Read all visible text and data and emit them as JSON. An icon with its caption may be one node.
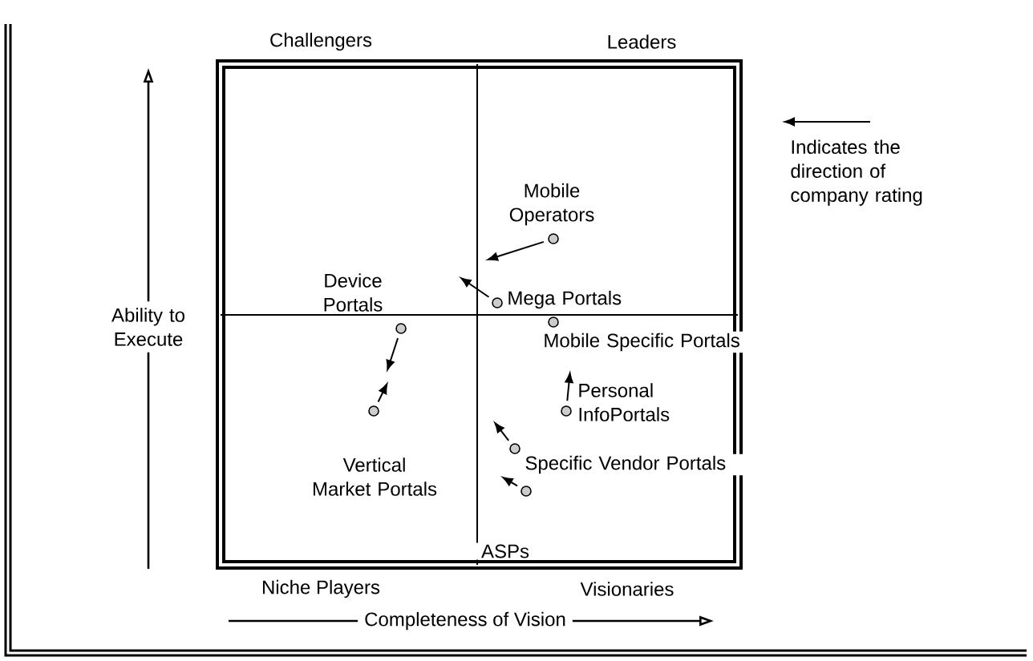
{
  "diagram": {
    "nodes": [
      {
        "text": [],
        "shape": "circle",
        "beside": [
          "Mobile Operators"
        ]
      },
      {
        "text": [],
        "shape": "circle",
        "beside": [
          "Mega Portals"
        ]
      },
      {
        "text": [],
        "shape": "circle",
        "beside": [
          "Device Portals"
        ]
      },
      {
        "text": [],
        "shape": "circle",
        "beside": [
          "Mobile Specific Portals"
        ]
      },
      {
        "text": [],
        "shape": "circle",
        "beside": [
          "Personal InfoPortals"
        ]
      },
      {
        "text": [],
        "shape": "circle",
        "beside": [
          "Vertical Market Portals"
        ]
      },
      {
        "text": [],
        "shape": "circle",
        "beside": [
          "Specific Vendor Portals"
        ]
      },
      {
        "text": [],
        "shape": "circle",
        "beside": [
          "ASPs"
        ]
      }
    ],
    "edges": [
      {
        "from": 0,
        "to": null,
        "arrow": "to"
      },
      {
        "from": 1,
        "to": null,
        "arrow": "to"
      },
      {
        "from": 2,
        "to": null,
        "arrow": "to"
      },
      {
        "from": 4,
        "to": null,
        "arrow": "to"
      },
      {
        "from": 5,
        "to": null,
        "arrow": "to"
      },
      {
        "from": 6,
        "to": null,
        "arrow": "to"
      },
      {
        "from": 7,
        "to": null,
        "arrow": "to"
      }
    ],
    "labels": [
      "Challengers",
      "Leaders",
      "Ability to Execute",
      "Niche Players",
      "Visionaries",
      "Completeness of Vision"
    ],
    "legend": [
      {
        "text": "Indicates the direction of company rating"
      }
    ]
  }
}
